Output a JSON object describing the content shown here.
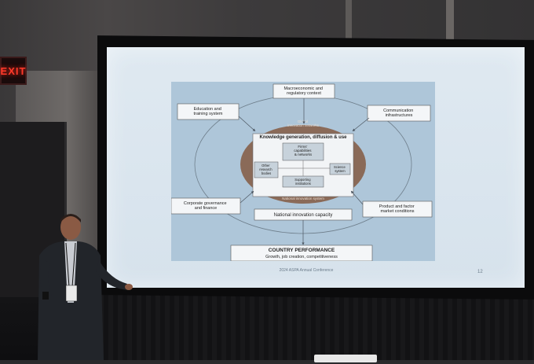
{
  "exit_sign": {
    "text": "EXIT"
  },
  "slide": {
    "footer": "2024 ASPA Annual Conference",
    "page_number": "12",
    "nodes": {
      "macro": [
        "Macroeconomic and",
        "regulatory context"
      ],
      "education": [
        "Education and",
        "training system"
      ],
      "communication": [
        "Communication",
        "infrastructures"
      ],
      "knowledge": "Knowledge generation, diffusion & use",
      "firms": [
        "Firms'",
        "capabilities",
        "& networks"
      ],
      "other_research": [
        "Other",
        "research",
        "bodies"
      ],
      "science": [
        "Science",
        "system"
      ],
      "supporting": [
        "Supporting",
        "institutions"
      ],
      "global_top": [
        "Global",
        "innovation networks"
      ],
      "national_system": "National innovation system",
      "corporate": [
        "Corporate governance",
        "and finance"
      ],
      "product": [
        "Product and factor",
        "market conditions"
      ],
      "capacity": "National innovation capacity",
      "performance_title": "COUNTRY PERFORMANCE",
      "performance_sub": "Growth, job creation, competitiveness"
    }
  }
}
